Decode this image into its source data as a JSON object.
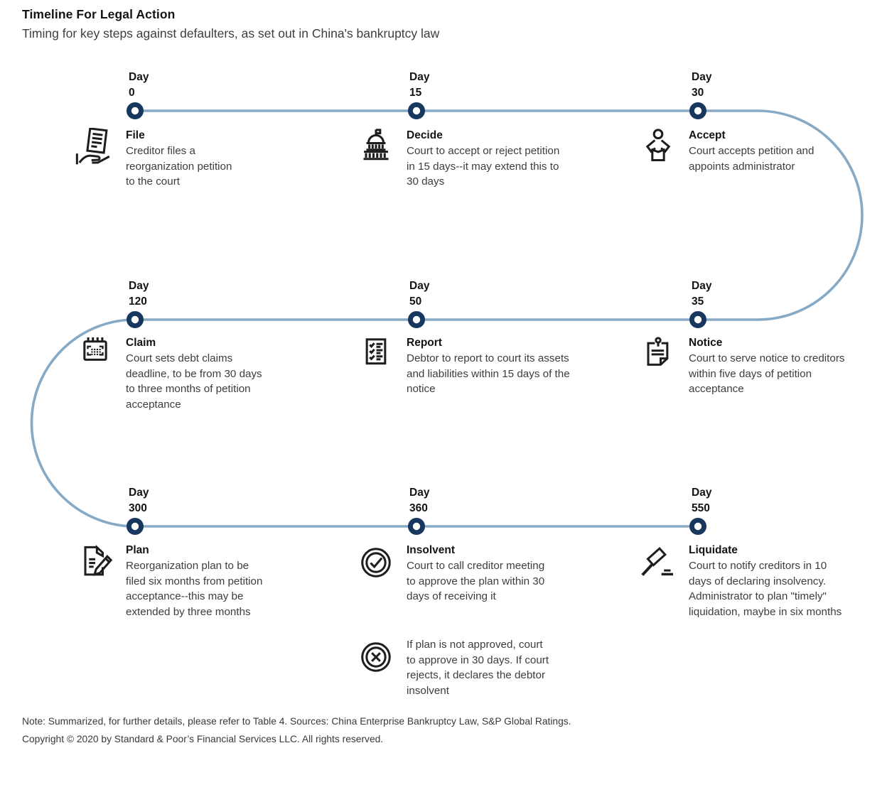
{
  "header": {
    "title": "Timeline For Legal Action",
    "subtitle": "Timing for key steps against defaulters, as set out in China's bankruptcy law"
  },
  "timeline": {
    "day_word": "Day",
    "line_color": "#86aac6",
    "node_ring_color": "#17375e",
    "node_fill_color": "#ffffff",
    "icon_color": "#1e1e1e",
    "steps": [
      {
        "day": "0",
        "title": "File",
        "icon": "hand-document",
        "description": "Creditor files a reorganization petition to the court"
      },
      {
        "day": "15",
        "title": "Decide",
        "icon": "capitol",
        "description": "Court to accept or reject petition in 15 days--it may extend this to 30 days"
      },
      {
        "day": "30",
        "title": "Accept",
        "icon": "person",
        "description": "Court accepts petition and appoints administrator"
      },
      {
        "day": "120",
        "title": "Claim",
        "icon": "calendar",
        "description": "Court sets debt claims deadline, to be from 30 days to three months of petition acceptance"
      },
      {
        "day": "50",
        "title": "Report",
        "icon": "checklist",
        "description": "Debtor to report to court its assets and liabilities within 15 days of the notice"
      },
      {
        "day": "35",
        "title": "Notice",
        "icon": "pinned-note",
        "description": "Court to serve notice to creditors within five days of petition acceptance"
      },
      {
        "day": "300",
        "title": "Plan",
        "icon": "document-pencil",
        "description": "Reorganization plan to be filed six months from petition acceptance--this may be extended by three months"
      },
      {
        "day": "360",
        "title": "Insolvent",
        "icon": "check-circle",
        "description": "Court to call creditor meeting to approve the plan within 30 days of receiving it",
        "extra": "If plan is not approved, court to approve in 30 days. If court rejects, it declares the debtor insolvent",
        "extra_icon": "x-circle"
      },
      {
        "day": "550",
        "title": "Liquidate",
        "icon": "gavel",
        "description": "Court to notify creditors in 10 days of declaring insolvency. Administrator to plan \"timely\" liquidation, maybe in six months"
      }
    ]
  },
  "footer": {
    "note": "Note: Summarized, for further details, please refer to Table 4. Sources: China Enterprise Bankruptcy Law, S&P Global Ratings.",
    "copyright": "Copyright © 2020 by Standard & Poor’s Financial Services LLC. All rights reserved."
  }
}
